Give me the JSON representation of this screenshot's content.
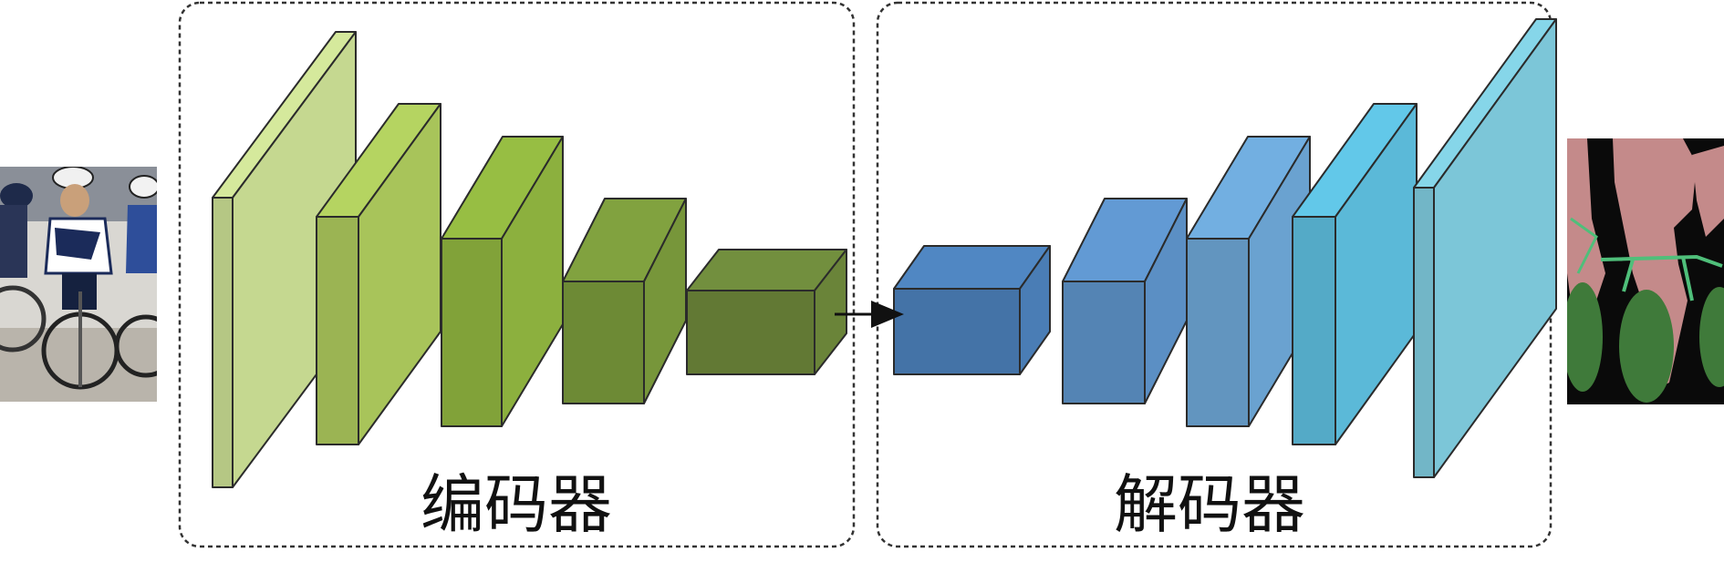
{
  "encoder": {
    "label": "编码器",
    "layer_colors": [
      "#c5d890",
      "#a8c45a",
      "#8cb03e",
      "#77963a",
      "#6a8439"
    ]
  },
  "decoder": {
    "label": "解码器",
    "layer_colors": [
      "#4a7db5",
      "#5b8fc4",
      "#6aa2d0",
      "#5bb9d8",
      "#7cc6d8"
    ]
  },
  "input_image": {
    "description_icon": "cyclists-photo",
    "layers": 5
  },
  "output_image": {
    "description_icon": "segmentation-mask",
    "colors": {
      "background": "#0a0a0a",
      "person": "#c48a8a",
      "bicycle": "#3f7a3a",
      "outline": "#4fbf7a"
    }
  },
  "colors": {
    "border": "#333333",
    "stroke": "#2b2b2b",
    "arrow": "#111111"
  }
}
